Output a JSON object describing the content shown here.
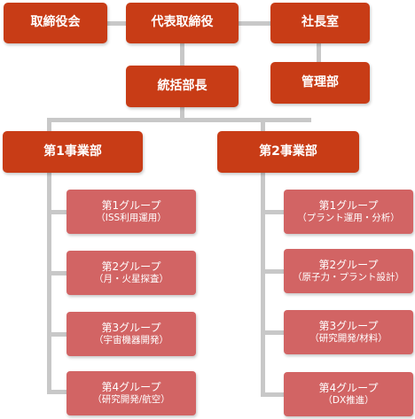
{
  "nodes": {
    "board": "取締役会",
    "ceo": "代表取締役",
    "president_office": "社長室",
    "management": "管理部",
    "general_manager": "統括部長",
    "div1": "第1事業部",
    "div2": "第2事業部"
  },
  "div1_groups": [
    {
      "name": "第1グループ",
      "desc": "（ISS利用運用）"
    },
    {
      "name": "第2グループ",
      "desc": "（月・火星探査）"
    },
    {
      "name": "第3グループ",
      "desc": "（宇宙機器開発）"
    },
    {
      "name": "第4グループ",
      "desc": "（研究開発/航空）"
    }
  ],
  "div2_groups": [
    {
      "name": "第1グループ",
      "desc": "（プラント運用・分析）"
    },
    {
      "name": "第2グループ",
      "desc": "（原子力・プラント設計）"
    },
    {
      "name": "第3グループ",
      "desc": "（研究開発/材料）"
    },
    {
      "name": "第4グループ",
      "desc": "（DX推進）"
    }
  ],
  "colors": {
    "primary_box": "#c83c16",
    "group_box": "#d26464",
    "connector": "#c8c8c8"
  }
}
